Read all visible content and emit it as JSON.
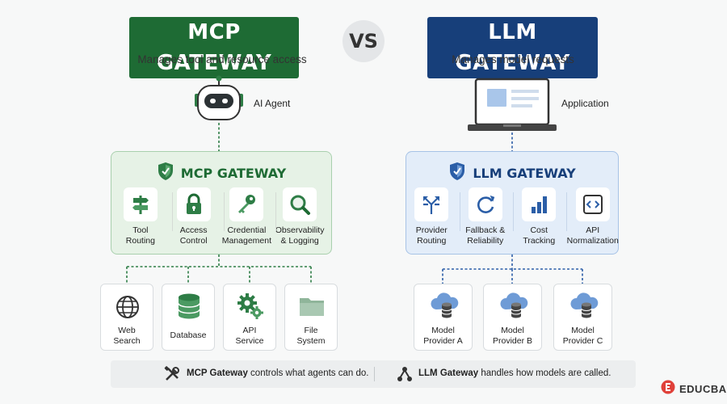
{
  "mcp": {
    "title": "MCP GATEWAY",
    "subtitle": "Manages tool and resource access",
    "agent_label": "AI Agent",
    "gateway_title": "MCP GATEWAY",
    "features": [
      {
        "label": "Tool\nRouting",
        "icon": "signpost-icon"
      },
      {
        "label": "Access\nControl",
        "icon": "lock-icon"
      },
      {
        "label": "Credential\nManagement",
        "icon": "key-icon"
      },
      {
        "label": "Observability\n& Logging",
        "icon": "magnifier-icon"
      }
    ],
    "targets": [
      {
        "label": "Web\nSearch",
        "icon": "globe-icon"
      },
      {
        "label": "Database",
        "icon": "database-icon"
      },
      {
        "label": "API\nService",
        "icon": "gears-icon"
      },
      {
        "label": "File\nSystem",
        "icon": "folder-icon"
      }
    ],
    "color": "#1e6b34"
  },
  "vs_label": "VS",
  "llm": {
    "title": "LLM GATEWAY",
    "subtitle": "Manages model requests",
    "app_label": "Application",
    "gateway_title": "LLM GATEWAY",
    "features": [
      {
        "label": "Provider\nRouting",
        "icon": "routing-arrows-icon"
      },
      {
        "label": "Fallback &\nReliability",
        "icon": "refresh-icon"
      },
      {
        "label": "Cost\nTracking",
        "icon": "bar-chart-icon"
      },
      {
        "label": "API\nNormalization",
        "icon": "code-brackets-icon"
      }
    ],
    "providers": [
      {
        "label": "Model\nProvider A",
        "icon": "cloud-database-icon"
      },
      {
        "label": "Model\nProvider B",
        "icon": "cloud-database-icon"
      },
      {
        "label": "Model\nProvider C",
        "icon": "cloud-database-icon"
      }
    ],
    "color": "#173f7a"
  },
  "footer": {
    "mcp_bold": "MCP Gateway",
    "mcp_rest": " controls what agents can do.",
    "llm_bold": "LLM Gateway",
    "llm_rest": " handles how models are called."
  },
  "brand": "EDUCBA"
}
